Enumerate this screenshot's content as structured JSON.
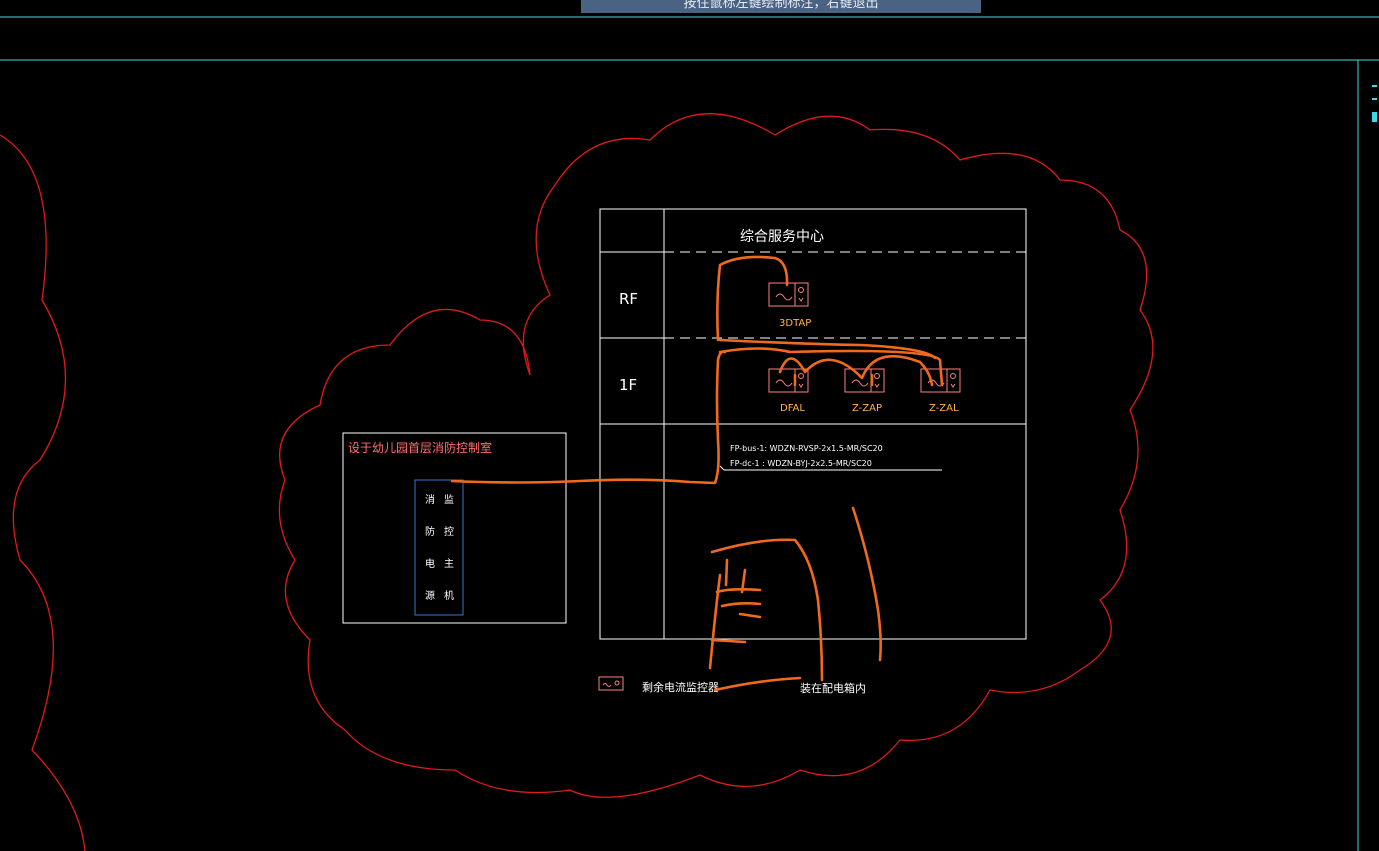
{
  "banner": {
    "text": "按住鼠标左键绘制标注，右键退出"
  },
  "diagram": {
    "title": "综合服务中心",
    "floors": [
      "RF",
      "1F"
    ],
    "devices": [
      {
        "label": "3DTAP"
      },
      {
        "label": "DFAL"
      },
      {
        "label": "Z-ZAP"
      },
      {
        "label": "Z-ZAL"
      }
    ],
    "cable_specs": [
      "FP-bus-1: WDZN-RVSP-2x1.5-MR/SC20",
      "FP-dc-1 : WDZN-BYJ-2x2.5-MR/SC20"
    ],
    "control_room": {
      "title": "设于幼儿园首层消防控制室",
      "host_chars": [
        "消",
        "防",
        "电",
        "源",
        "监",
        "控",
        "主",
        "机"
      ]
    },
    "legend": {
      "label": "剩余电流监控器",
      "note": "装在配电箱内"
    }
  },
  "colors": {
    "cloud": "#e01a1a",
    "frame": "#ffffff",
    "border": "#3fd7e6",
    "markup": "#f06a1e",
    "device": "#ff8080",
    "device_label": "#ffb34d",
    "host_border": "#3a78c8",
    "control_title": "#ff7070"
  }
}
